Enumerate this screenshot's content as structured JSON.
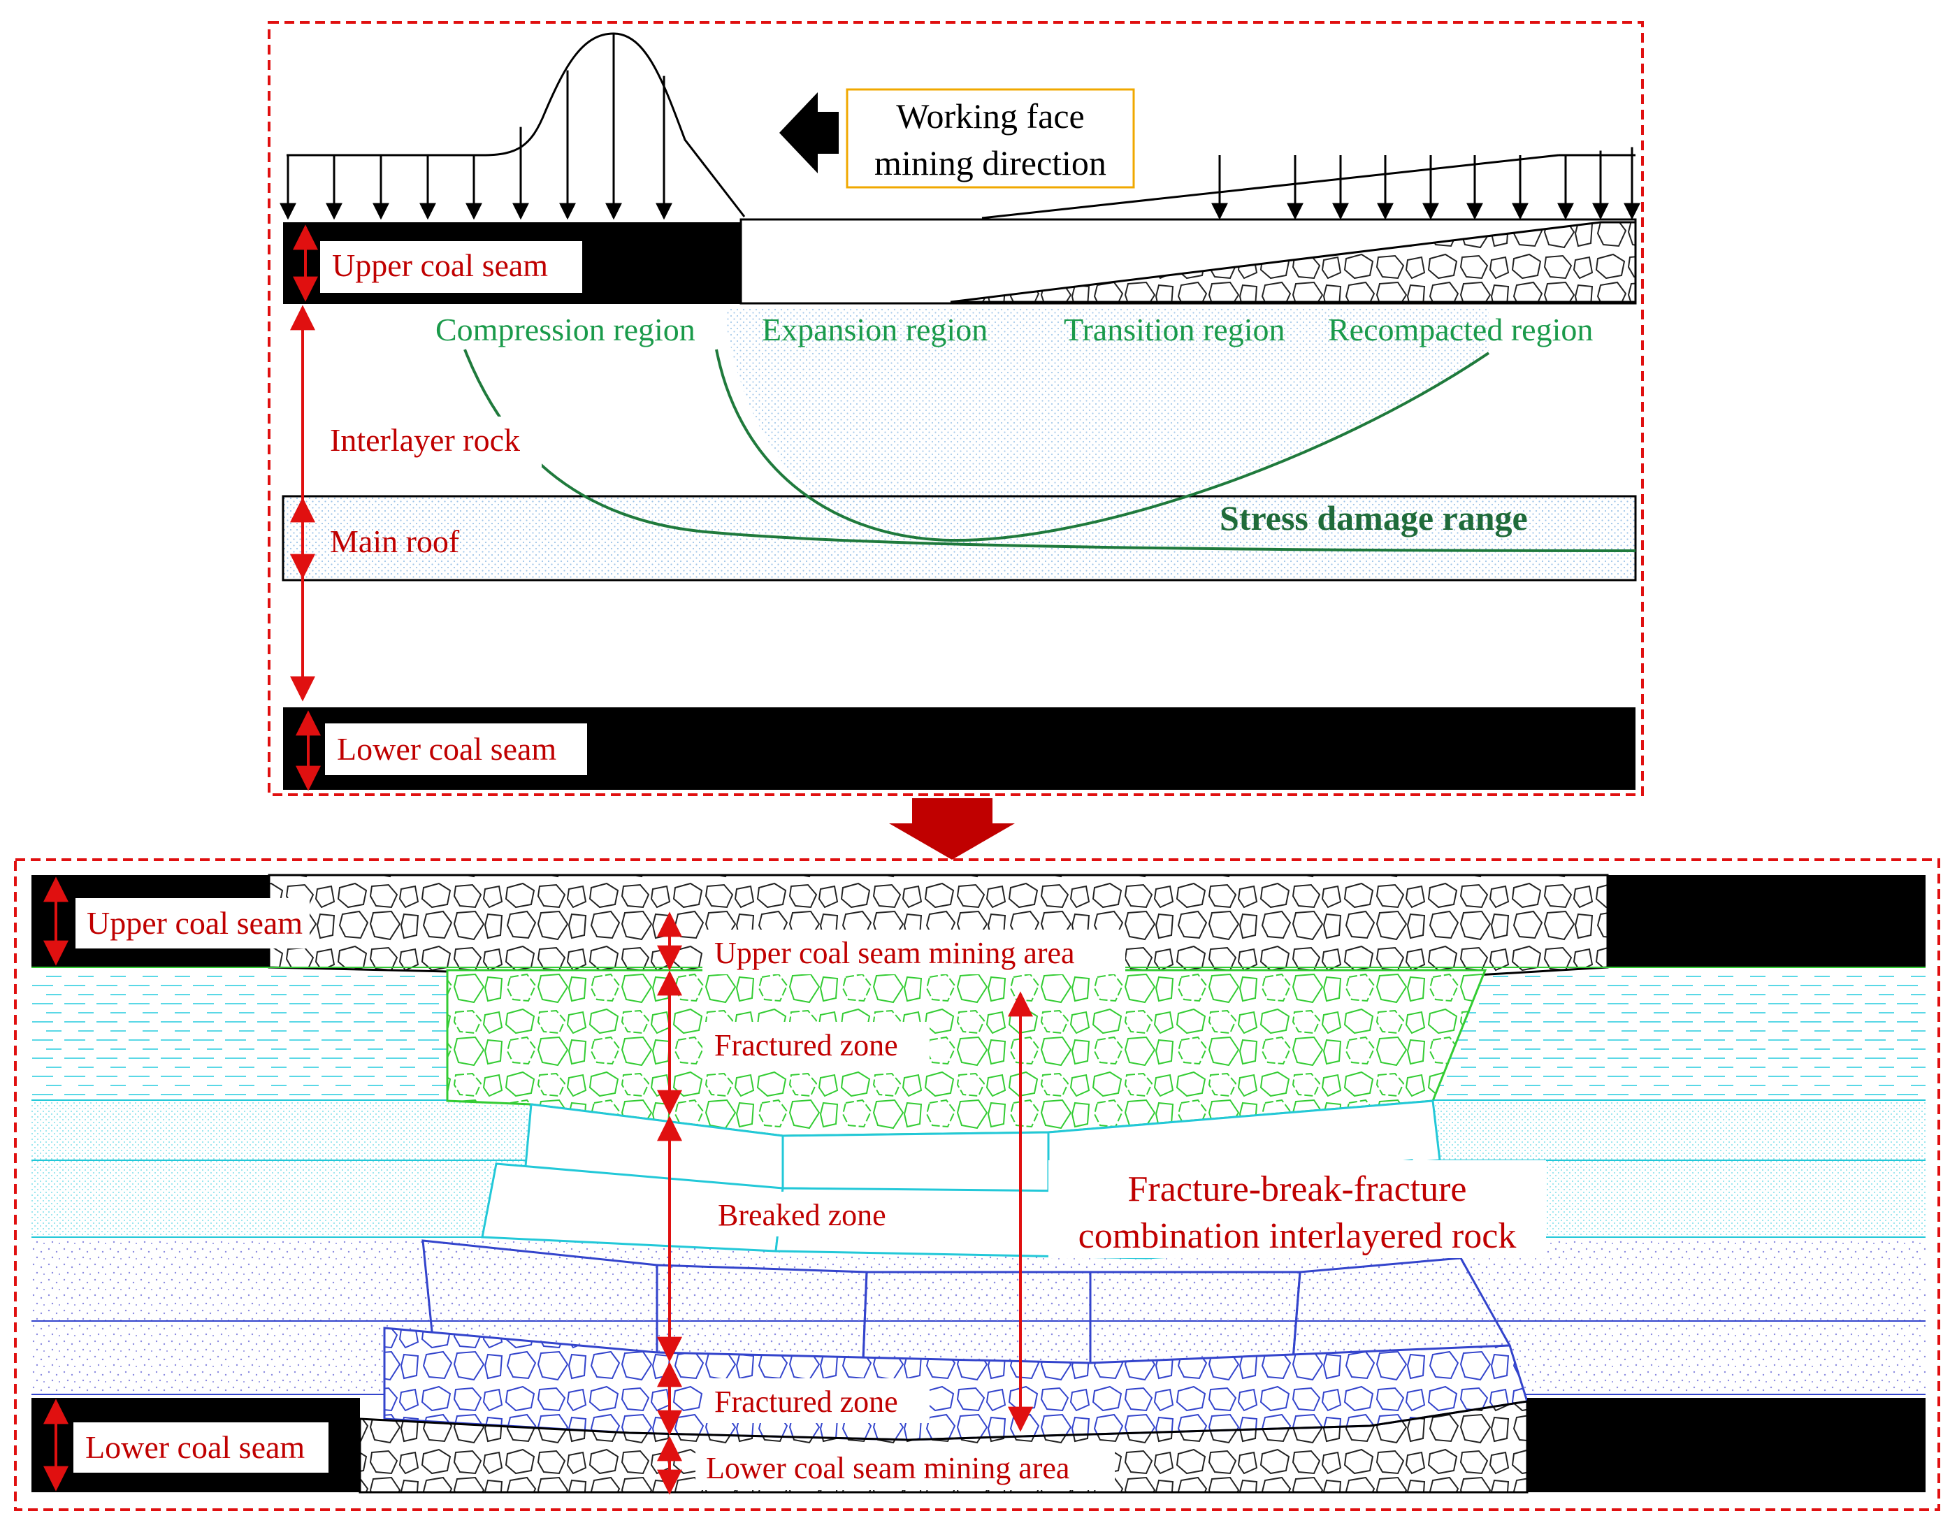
{
  "colors": {
    "frame_dash": "#e01010",
    "label_red": "#c00000",
    "region_green": "#1a9a4a",
    "stress_green": "#1f7a3c",
    "fractured_green": "#33cc33",
    "breaked_cyan": "#22c8d8",
    "fractured_blue": "#3344cc",
    "coal_black": "#000000",
    "callout_border": "#f0a800"
  },
  "top_panel": {
    "direction_callout": {
      "line1": "Working face",
      "line2": "mining direction",
      "arrow_icon": "left-arrow-icon"
    },
    "upper_coal_seam": "Upper coal seam",
    "regions": [
      "Compression region",
      "Expansion region",
      "Transition region",
      "Recompacted region"
    ],
    "interlayer_rock": "Interlayer rock",
    "main_roof": "Main roof",
    "stress_damage_range": "Stress damage range",
    "lower_coal_seam": "Lower coal seam"
  },
  "transition_arrow_icon": "down-arrow-icon",
  "bottom_panel": {
    "upper_coal_seam": "Upper coal seam",
    "upper_mining_area": "Upper coal seam mining area",
    "fractured_zone_upper": "Fractured zone",
    "breaked_zone": "Breaked zone",
    "combination_line1": "Fracture-break-fracture",
    "combination_line2": "combination interlayered rock",
    "fractured_zone_lower": "Fractured zone",
    "lower_coal_seam": "Lower coal seam",
    "lower_mining_area": "Lower coal seam mining area"
  }
}
